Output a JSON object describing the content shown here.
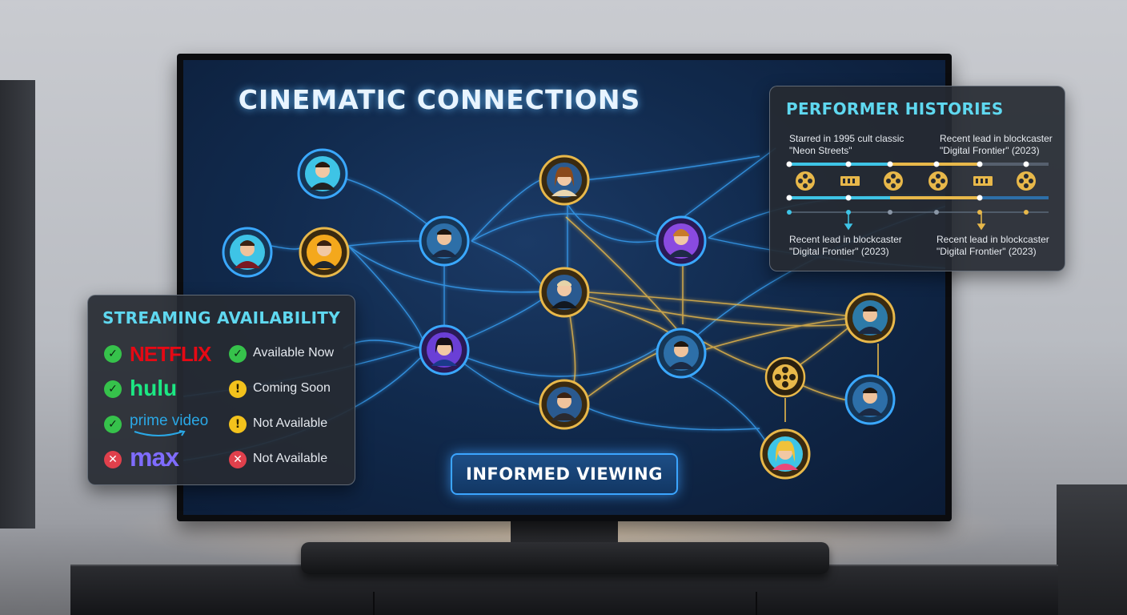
{
  "screen": {
    "title": "CINEMATIC CONNECTIONS",
    "cta_label": "INFORMED VIEWING"
  },
  "streaming": {
    "title": "STREAMING AVAILABILITY",
    "services": [
      {
        "brand": "NETFLIX",
        "brand_color": "#e50914",
        "brand_status": "ok",
        "status": "Available Now",
        "status_kind": "ok"
      },
      {
        "brand": "hulu",
        "brand_color": "#1ce783",
        "brand_status": "ok",
        "status": "Coming Soon",
        "status_kind": "warn"
      },
      {
        "brand": "prime video",
        "brand_color": "#2aa8e6",
        "brand_status": "ok",
        "status": "Not Available",
        "status_kind": "warn"
      },
      {
        "brand": "max",
        "brand_color": "#7f6cff",
        "brand_status": "bad",
        "status": "Not Available",
        "status_kind": "bad"
      }
    ]
  },
  "histories": {
    "title": "PERFORMER HISTORIES",
    "notes_top": [
      {
        "line1": "Starred in 1995 cult classic",
        "line2": "\"Neon Streets\""
      },
      {
        "line1": "Recent lead in blockcaster",
        "line2": "\"Digital Frontier\" (2023)"
      }
    ],
    "notes_bottom": [
      {
        "line1": "Recent lead in blockcaster",
        "line2": "\"Digital Frontier\" (2023)"
      },
      {
        "line1": "Recent lead in blockcaster",
        "line2": "\"Digital Frontier\" (2023)"
      }
    ]
  },
  "colors": {
    "accent_cyan": "#5fd8f0",
    "accent_gold": "#e8b84a",
    "link_blue": "#3aa8ff"
  }
}
